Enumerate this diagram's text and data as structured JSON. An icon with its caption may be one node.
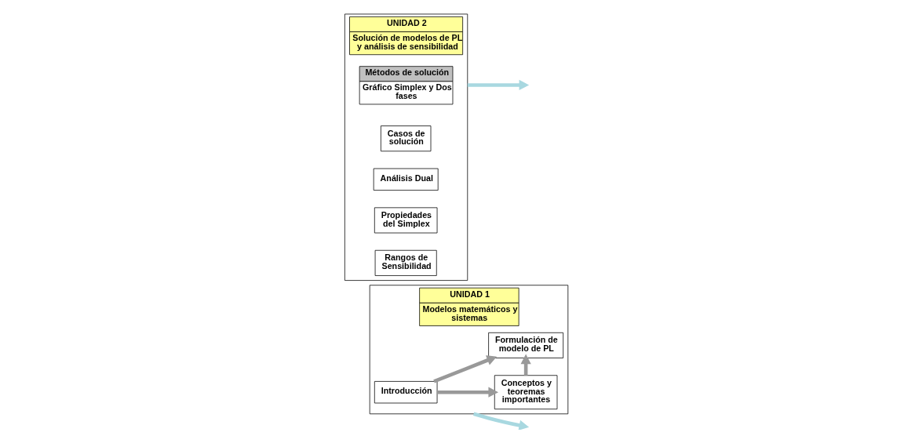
{
  "diagram": {
    "nodes": [
      {
        "text": [
          "UNIDAD 1",
          "Modelos matemáticos y sistemas"
        ]
      },
      {
        "text": [
          "Introducción"
        ],
        "in": 0
      },
      {
        "text": [
          "Conceptos y teoremas importantes"
        ],
        "in": 0
      },
      {
        "text": [
          "Formulación de modelo de PL"
        ],
        "in": 0
      },
      {
        "text": [
          "UNIDAD 2",
          "Solución de modelos de PL y análisis de sensibilidad"
        ]
      },
      {
        "text": [
          "Métodos de solución",
          "Gráfico Simplex y Dos fases"
        ],
        "in": 4
      },
      {
        "text": [
          "Casos de solución"
        ],
        "in": 4
      },
      {
        "text": [
          "Análisis Dual"
        ],
        "in": 4
      },
      {
        "text": [
          "Propiedades del Simplex"
        ],
        "in": 4
      },
      {
        "text": [
          "Rangos de Sensibilidad"
        ],
        "in": 4
      }
    ],
    "edges": [
      {
        "from": 1,
        "to": 2,
        "arrow": "to"
      },
      {
        "from": 2,
        "to": 3,
        "arrow": "to"
      },
      {
        "from": 1,
        "to": 3,
        "arrow": "to"
      },
      {
        "from": 0,
        "to": null,
        "arrow": "to",
        "color": "#a8d8e0"
      },
      {
        "from": 4,
        "to": null,
        "arrow": "to",
        "color": "#a8d8e0"
      }
    ]
  }
}
